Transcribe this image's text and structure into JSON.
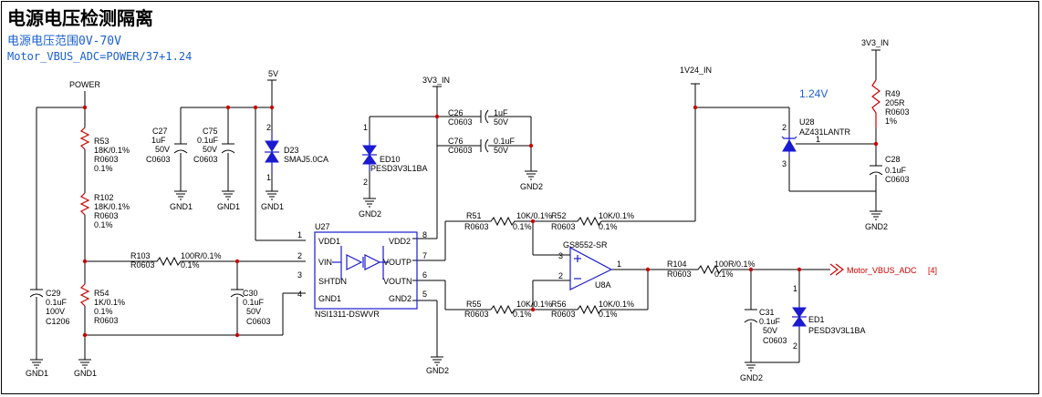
{
  "title": "电源电压检测隔离",
  "subtitle": "电源电压范围0V-70V",
  "formula": "Motor_VBUS_ADC=POWER/37+1.24",
  "nets": {
    "power": "POWER",
    "v5": "5V",
    "v3_a": "3V3_IN",
    "v3_b": "3V3_IN",
    "v124": "1V24_IN",
    "vref_label": "1.24V",
    "output": "Motor_VBUS_ADC",
    "output_page": "[4]",
    "gnd1_a": "GND1",
    "gnd1_b": "GND1",
    "gnd1_c": "GND1",
    "gnd1_d": "GND1",
    "gnd1_e": "GND1",
    "gnd2_a": "GND2",
    "gnd2_b": "GND2",
    "gnd2_c": "GND2",
    "gnd2_d": "GND2",
    "gnd2_e": "GND2"
  },
  "components": {
    "r53": {
      "ref": "R53",
      "value": "18K/0.1%",
      "pkg": "R0603",
      "tol": "0.1%"
    },
    "r102": {
      "ref": "R102",
      "value": "18K/0.1%",
      "pkg": "R0603",
      "tol": "0.1%"
    },
    "r54": {
      "ref": "R54",
      "value": "1K/0.1%",
      "pkg": "R0603",
      "tol": "0.1%"
    },
    "r103": {
      "ref": "R103",
      "value": "100R/0.1%",
      "pkg": "R0603",
      "tol": "0.1%"
    },
    "r51": {
      "ref": "R51",
      "value": "10K/0.1%",
      "pkg": "R0603",
      "tol": "0.1%"
    },
    "r52": {
      "ref": "R52",
      "value": "10K/0.1%",
      "pkg": "R0603",
      "tol": "0.1%"
    },
    "r55": {
      "ref": "R55",
      "value": "10K/0.1%",
      "pkg": "R0603",
      "tol": "0.1%"
    },
    "r56": {
      "ref": "R56",
      "value": "10K/0.1%",
      "pkg": "R0603",
      "tol": "0.1%"
    },
    "r104": {
      "ref": "R104",
      "value": "100R/0.1%",
      "pkg": "R0603",
      "tol": "0.1%"
    },
    "r49": {
      "ref": "R49",
      "value": "205R",
      "pkg": "R0603",
      "tol": "1%"
    },
    "c27": {
      "ref": "C27",
      "value": "1uF",
      "volt": "50V",
      "pkg": "C0603"
    },
    "c75": {
      "ref": "C75",
      "value": "0.1uF",
      "volt": "50V",
      "pkg": "C0603"
    },
    "c29": {
      "ref": "C29",
      "value": "0.1uF",
      "volt": "100V",
      "pkg": "C1206"
    },
    "c30": {
      "ref": "C30",
      "value": "0.1uF",
      "volt": "50V",
      "pkg": "C0603"
    },
    "c26": {
      "ref": "C26",
      "value": "1uF",
      "volt": "50V",
      "pkg": "C0603"
    },
    "c76": {
      "ref": "C76",
      "value": "0.1uF",
      "volt": "50V",
      "pkg": "C0603"
    },
    "c31": {
      "ref": "C31",
      "value": "0.1uF",
      "volt": "50V",
      "pkg": "C0603"
    },
    "c28": {
      "ref": "C28",
      "value": "0.1uF",
      "pkg": "C0603"
    },
    "d23": {
      "ref": "D23",
      "value": "SMAJ5.0CA"
    },
    "ed10": {
      "ref": "ED10",
      "value": "PESD3V3L1BA"
    },
    "ed1": {
      "ref": "ED1",
      "value": "PESD3V3L1BA"
    },
    "u28": {
      "ref": "U28",
      "value": "AZ431LANTR"
    },
    "u8a": {
      "ref": "U8A",
      "value": "GS8552-SR"
    },
    "u27": {
      "ref": "U27",
      "value": "NSI1311-DSWVR",
      "pins_left": [
        {
          "num": "1",
          "name": "VDD1"
        },
        {
          "num": "2",
          "name": "VIN"
        },
        {
          "num": "3",
          "name": "SHTDN"
        },
        {
          "num": "4",
          "name": "GND1"
        }
      ],
      "pins_right": [
        {
          "num": "8",
          "name": "VDD2"
        },
        {
          "num": "7",
          "name": "VOUTP"
        },
        {
          "num": "6",
          "name": "VOUTN"
        },
        {
          "num": "5",
          "name": "GND2"
        }
      ]
    }
  },
  "pins": {
    "d_1": "1",
    "d_2": "2",
    "op_3": "3",
    "op_2": "2",
    "op_1": "1",
    "u28_1": "1",
    "u28_2": "2",
    "u28_3": "3"
  }
}
